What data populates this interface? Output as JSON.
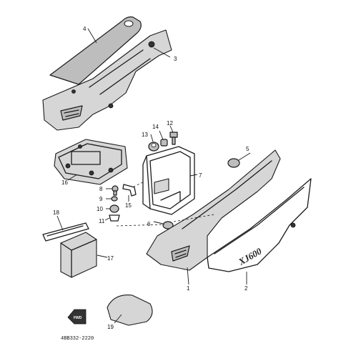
{
  "callouts": {
    "c1": "1",
    "c2": "2",
    "c3": "3",
    "c4": "4",
    "c5": "5",
    "c6": "6",
    "c7": "7",
    "c8": "8",
    "c9": "9",
    "c10": "10",
    "c11": "11",
    "c12": "12",
    "c13": "13",
    "c14": "14",
    "c15": "15",
    "c16": "16",
    "c17": "17",
    "c18": "18",
    "c19": "19"
  },
  "side_cover_emblem": "XJ600",
  "arrow_label": "FWD",
  "drawing_number": "4BB332-2220"
}
